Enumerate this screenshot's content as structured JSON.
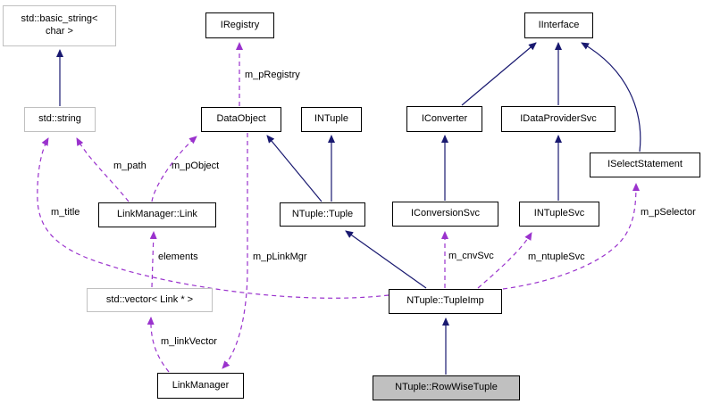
{
  "colors": {
    "inheritance": "#191970",
    "usage": "#9a32cd",
    "node_fill": "#ffffff",
    "current_node_fill": "#c0c0c0",
    "node_border": "#000000",
    "external_border": "#c0c0c0"
  },
  "nodes": {
    "basic_string": {
      "line1": "std::basic_string<",
      "line2": "char >"
    },
    "iregistry": {
      "label": "IRegistry"
    },
    "iinterface": {
      "label": "IInterface"
    },
    "std_string": {
      "label": "std::string"
    },
    "dataobject": {
      "label": "DataObject"
    },
    "intuple": {
      "label": "INTuple"
    },
    "iconverter": {
      "label": "IConverter"
    },
    "idataprovidersvc": {
      "label": "IDataProviderSvc"
    },
    "iselectstatement": {
      "label": "ISelectStatement"
    },
    "linkmanager_link": {
      "label": "LinkManager::Link"
    },
    "ntuple_tuple": {
      "label": "NTuple::Tuple"
    },
    "iconversionsvc": {
      "label": "IConversionSvc"
    },
    "intuplesvc": {
      "label": "INTupleSvc"
    },
    "vector_link": {
      "label": "std::vector< Link * >"
    },
    "ntuple_tupleimp": {
      "label": "NTuple::TupleImp"
    },
    "linkmanager": {
      "label": "LinkManager"
    },
    "rowwisetuple": {
      "label": "NTuple::RowWiseTuple"
    }
  },
  "edge_labels": {
    "m_pRegistry": "m_pRegistry",
    "m_path": "m_path",
    "m_pObject": "m_pObject",
    "m_title": "m_title",
    "elements": "elements",
    "m_pLinkMgr": "m_pLinkMgr",
    "m_cnvSvc": "m_cnvSvc",
    "m_ntupleSvc": "m_ntupleSvc",
    "m_pSelector": "m_pSelector",
    "m_linkVector": "m_linkVector"
  }
}
